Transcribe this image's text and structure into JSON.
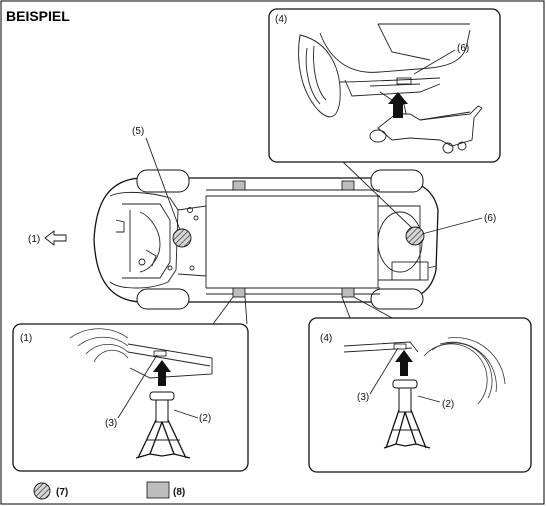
{
  "title": "BEISPIEL",
  "labels": {
    "front_arrow": "(1)",
    "suspension": "(5)",
    "rear_jack_point": "(6)",
    "panel_front_id": "(1)",
    "panel_front_jack": "(3)",
    "panel_front_stand": "(2)",
    "panel_rear_id": "(4)",
    "panel_rear_jack": "(3)",
    "panel_rear_stand": "(2)",
    "top_panel_id": "(4)",
    "top_panel_point": "(6)"
  },
  "legend": {
    "hatched": "(7)",
    "gray": "(8)"
  },
  "colors": {
    "gray_box": "#bdbdbd",
    "hatch": "#555555",
    "line": "#111111"
  },
  "icons": [
    "arrow-left-icon",
    "arrow-up-icon",
    "hatched-circle-icon",
    "gray-box-icon"
  ]
}
